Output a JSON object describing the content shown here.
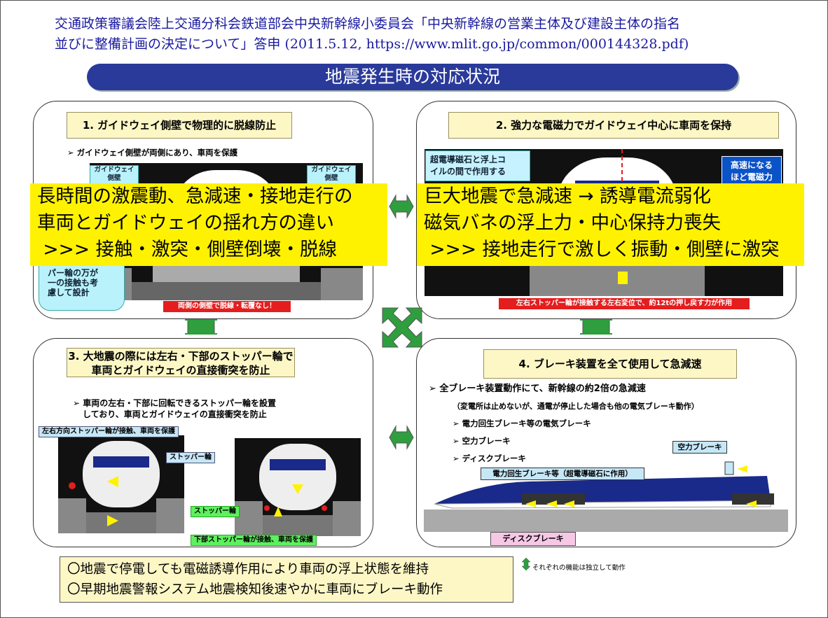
{
  "citation": {
    "line1": "交通政策審議会陸上交通分科会鉄道部会中央新幹線小委員会「中央新幹線の営業主体及び建設主体の指名",
    "line2": "並びに整備計画の決定について」答申 (2011.5.12, https://www.mlit.go.jp/common/000144328.pdf)"
  },
  "banner_title": "地震発生時の対応状況",
  "panel1": {
    "title": "1. ガイドウェイ側壁で物理的に脱線防止",
    "bullet": "➢ ガイドウェイ側壁が両側にあり、車両を保護",
    "label_left": "ガイドウェイ\n側壁",
    "label_right": "ガイドウェイ\n側壁",
    "side_note": "パー輪の万が\n一の接触も考\n慮して設計",
    "red_label": "両側の側壁で脱線・転覆なし！"
  },
  "panel2": {
    "title": "2. 強力な電磁力でガイドウェイ中心に車両を保持",
    "side_note": "超電導磁石と浮上コ\nイルの間で作用する",
    "blue_note": "高速になる\nほど電磁力",
    "red_label": "左右ストッパー輪が接触する左右変位で、約12tの押し戻す力が作用"
  },
  "panel3": {
    "title_line1": "3. 大地震の際には左右・下部のストッパー輪で",
    "title_line2": "車両とガイドウェイの直接衝突を防止",
    "bullet_line1": "➢ 車両の左右・下部に回転できるストッパー輪を設置",
    "bullet_line2": "しており、車両とガイドウェイの直接衝突を防止",
    "callout_side": "左右方向ストッパー輪が接触、車両を保護",
    "callout_stopper": "ストッパー輪",
    "green_stopper": "ストッパー輪",
    "green_bottom": "下部ストッパー輪が接触、車両を保護"
  },
  "panel4": {
    "title": "4. ブレーキ装置を全て使用して急減速",
    "bullet_main": "➢ 全ブレーキ装置動作にて、新幹線の約2倍の急減速",
    "bullet_note": "（変電所は止めないが、通電が停止した場合も他の電気ブレーキ動作）",
    "sub1": "➢ 電力回生ブレーキ等の電気ブレーキ",
    "sub2": "➢ 空力ブレーキ",
    "sub3": "➢ ディスクブレーキ",
    "label_air": "空力ブレーキ",
    "label_regen": "電力回生ブレーキ等（超電導磁石に作用）",
    "label_disc": "ディスクブレーキ"
  },
  "overlay_left": {
    "line1": "長時間の激震動、急減速・接地走行の",
    "line2": "車両とガイドウェイの揺れ方の違い",
    "line3": " >>> 接触・激突・側壁倒壊・脱線"
  },
  "overlay_right": {
    "line1": "巨大地震で急減速 → 誘導電流弱化",
    "line2": "磁気バネの浮上力・中心保持力喪失",
    "line3": " >>> 接地走行で激しく振動・側壁に激突"
  },
  "bottom_note": {
    "line1": "〇地震で停電しても電磁誘導作用により車両の浮上状態を維持",
    "line2": "〇早期地震警報システム地震検知後速やかに車両にブレーキ動作"
  },
  "legend_text": "それぞれの機能は独立して動作",
  "colors": {
    "banner": "#2a3a9a",
    "citation_text": "#1a1aa0",
    "panel_title_bg": "#fdf7c6",
    "overlay_yellow": "#fff200",
    "connector_green": "#2e9e3e",
    "red_label": "#e41e1e"
  }
}
